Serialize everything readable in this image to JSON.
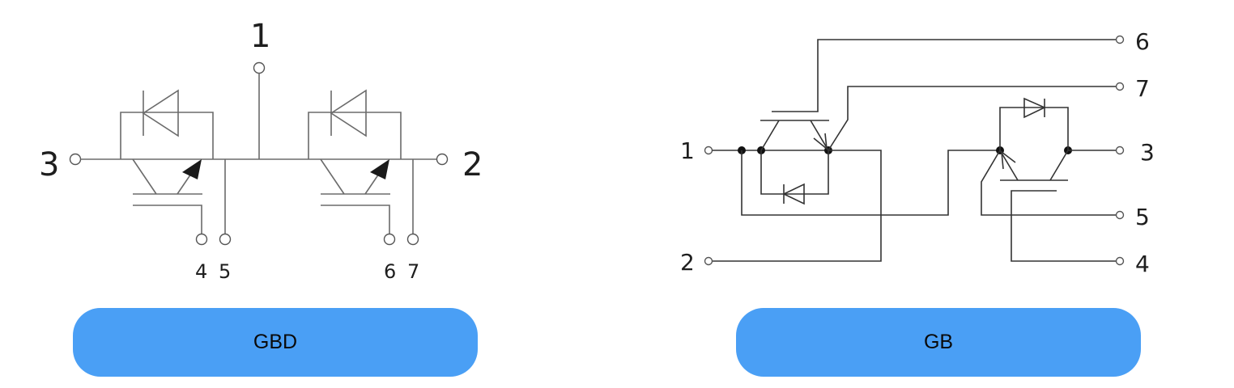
{
  "colors": {
    "button_bg": "#4a9ff5",
    "button_text": "#0a0a0a",
    "wire": "#6b6b6b",
    "background": "#ffffff"
  },
  "diagrams": [
    {
      "id": "gbd",
      "button_label": "GBD",
      "pins": {
        "p1": "1",
        "p2": "2",
        "p3": "3",
        "p4": "4",
        "p5": "5",
        "p6": "6",
        "p7": "7"
      },
      "components": [
        "igbt-left",
        "diode-left",
        "igbt-right",
        "diode-right"
      ]
    },
    {
      "id": "gb",
      "button_label": "GB",
      "pins": {
        "p1": "1",
        "p2": "2",
        "p3": "3",
        "p4": "4",
        "p5": "5",
        "p6": "6",
        "p7": "7"
      },
      "components": [
        "igbt-left",
        "diode-left",
        "igbt-right",
        "diode-right"
      ]
    }
  ]
}
